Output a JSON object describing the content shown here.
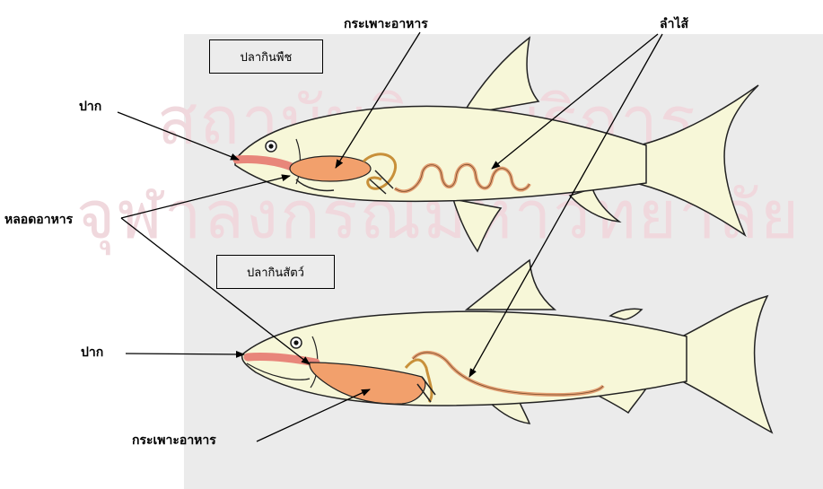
{
  "labels": {
    "herbivore_box": "ปลากินพืช",
    "carnivore_box": "ปลากินสัตว์",
    "stomach_top": "กระเพาะอาหาร",
    "intestine": "ลำไส้",
    "mouth_top": "ปาก",
    "esophagus": "หลอดอาหาร",
    "mouth_bottom": "ปาก",
    "stomach_bottom": "กระเพาะอาหาร"
  },
  "watermark": {
    "line1": "สถาบันวิทยบริการ",
    "line2": "จุฬาลงกรณ์มหาวิทยาลัย"
  }
}
